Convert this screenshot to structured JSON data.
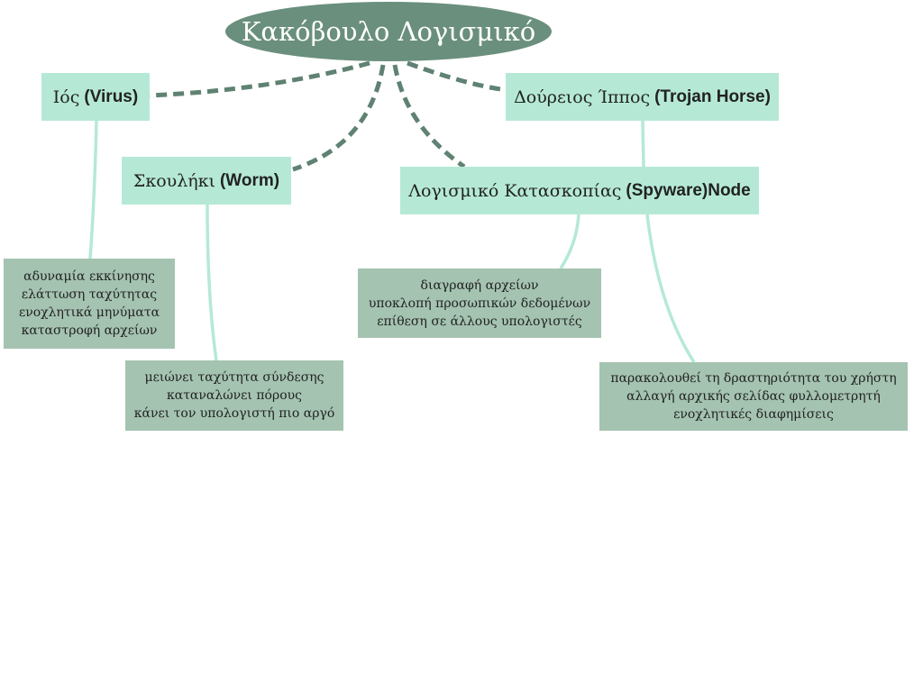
{
  "title": "Κακόβουλο Λογισμικό",
  "nodes": {
    "virus": {
      "greek": "Ιός",
      "english": "(Virus)"
    },
    "worm": {
      "greek": "Σκουλήκι",
      "english": "(Worm)"
    },
    "trojan": {
      "greek": "Δούρειος Ίππος",
      "english": "(Trojan Horse)"
    },
    "spyware": {
      "greek": "Λογισμικό Κατασκοπίας",
      "english": "(Spyware)Node"
    }
  },
  "notes": {
    "virus": [
      "αδυναμία εκκίνησης",
      "ελάττωση ταχύτητας",
      "ενοχλητικά μηνύματα",
      "καταστροφή αρχείων"
    ],
    "worm": [
      "μειώνει ταχύτητα σύνδεσης",
      "καταναλώνει πόρους",
      "κάνει τον υπολογιστή πιο αργό"
    ],
    "spyware": [
      "διαγραφή αρχείων",
      "υποκλοπή προσωπικών δεδομένων",
      "επίθεση σε άλλους υπολογιστές"
    ],
    "trojan": [
      "παρακολουθεί τη δραστηριότητα του χρήστη",
      "αλλαγή αρχικής σελίδας φυλλομετρητή",
      "ενοχλητικές διαφημίσεις"
    ]
  },
  "colors": {
    "root": "#6a8f7d",
    "node": "#b5e9d6",
    "note": "#a4c3b1",
    "dashed_link": "#5f8272",
    "solid_link": "#b5e9d6"
  }
}
